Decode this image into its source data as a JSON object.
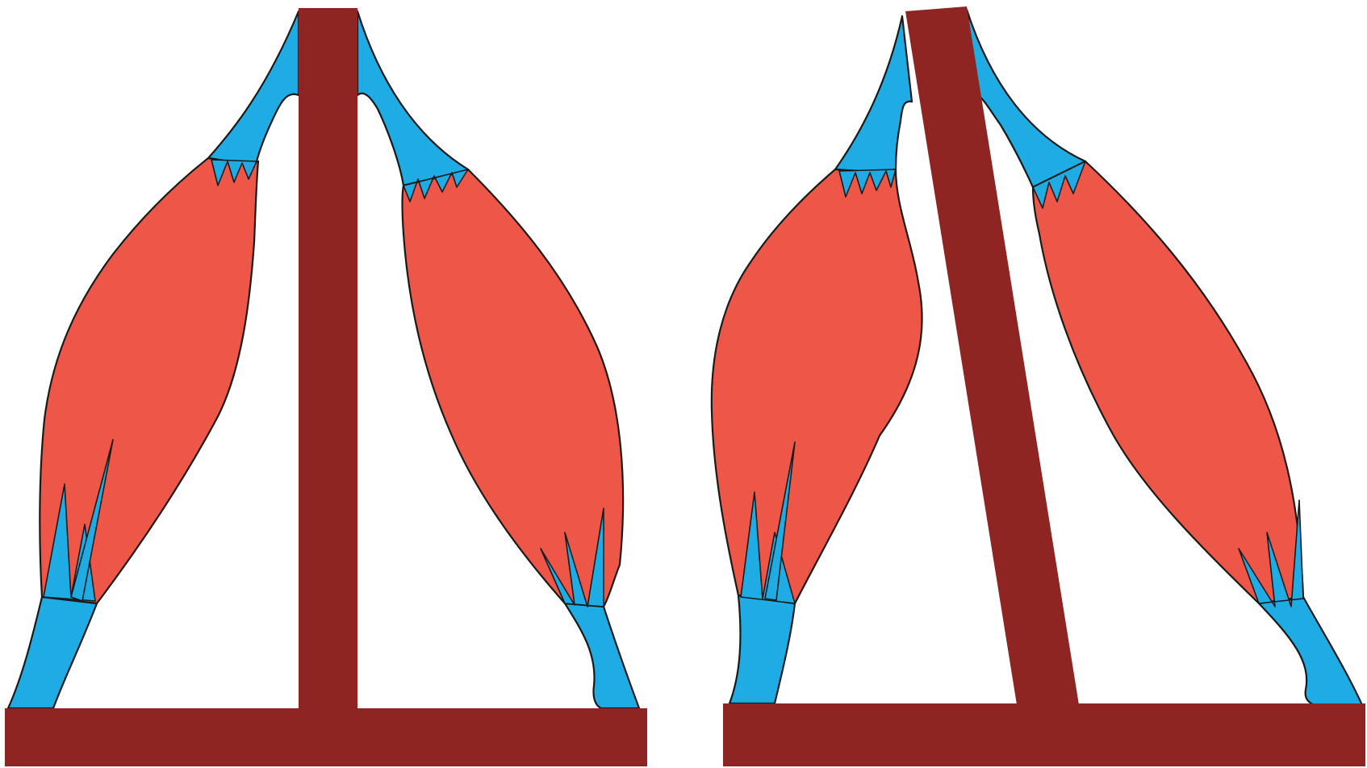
{
  "colors": {
    "background": "#ffffff",
    "bone": "#8e2522",
    "muscle": "#ee5748",
    "tendon": "#1fabe3",
    "outline": "#1a1a1a"
  },
  "panels": [
    {
      "id": "left",
      "state": "balanced",
      "bone_tilt": "vertical"
    },
    {
      "id": "right",
      "state": "tilted",
      "bone_tilt": "leaning"
    }
  ]
}
